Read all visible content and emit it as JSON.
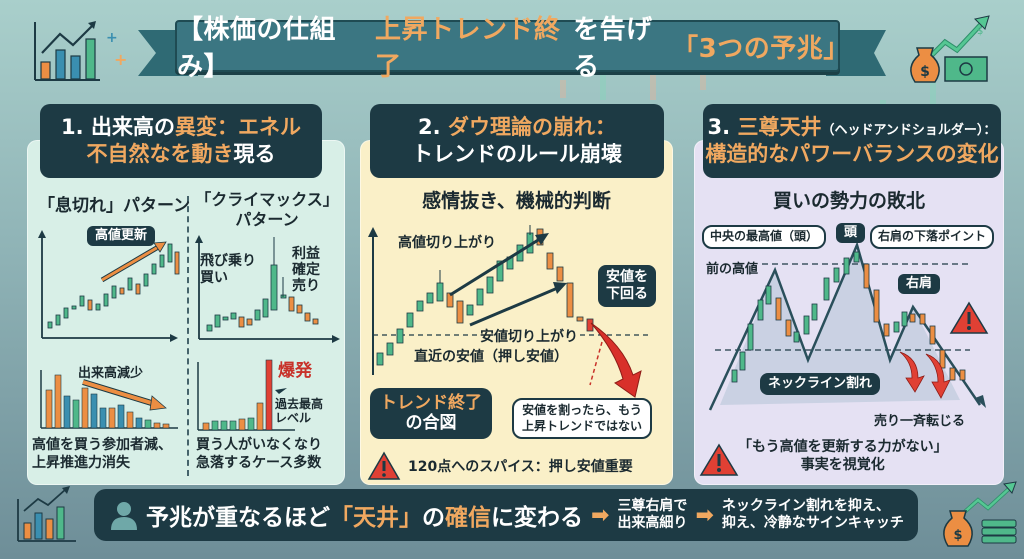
{
  "header": {
    "title_prefix": "【株価の仕組み】",
    "title_accent1": "上昇トレンド終了",
    "title_mid": "を告げる",
    "title_accent2": "「3つの予兆」",
    "left_icon": "bar-chart-growth-icon",
    "right_icon": "money-bag-growth-icon"
  },
  "panels": [
    {
      "title_line1_prefix": "1. 出来高の",
      "title_line1_accent": "異変：エネル",
      "title_line2_accent": "不自然なを動き",
      "title_line2_suffix": "現る",
      "left": {
        "heading": "「息切れ」パターン",
        "price_tag": "高値更新",
        "volume_label": "出来高減少",
        "caption_line1": "高値を買う参加者減、",
        "caption_line2": "上昇推進力消失"
      },
      "right": {
        "heading_line1": "「クライマックス」",
        "heading_line2": "パターン",
        "buy_label_line1": "飛び乗り",
        "buy_label_line2": "買い",
        "sell_label_line1": "利益",
        "sell_label_line2": "確定",
        "sell_label_line3": "売り",
        "spike_label": "爆発",
        "spike_note_line1": "過去最高",
        "spike_note_line2": "レベル",
        "caption_line1": "買う人がいなくなり",
        "caption_line2": "急落するケース多数"
      }
    },
    {
      "title_line1_prefix": "2. ",
      "title_line1_accent": "ダウ理論の崩れ：",
      "title_line2": "トレンドのルール崩壊",
      "heading": "感情抜き、機械的判断",
      "higher_highs": "高値切り上がり",
      "higher_lows": "安値切り上がり",
      "recent_low": "直近の安値（押し安値）",
      "break_bubble_line1": "安値を",
      "break_bubble_line2": "下回る",
      "signal_tag_line1": "トレンド終了",
      "signal_tag_line2": "の合図",
      "note_line1": "安値を割ったら、もう",
      "note_line2": "上昇トレンドではない",
      "warning": "120点へのスパイス：押し安値重要"
    },
    {
      "title_line1_prefix": "3. ",
      "title_line1_accent": "三尊天井",
      "title_line1_small": "（ヘッドアンドショルダー）：",
      "title_line2": "構造的なパワーバランスの変化",
      "heading": "買いの勢力の敗北",
      "head_callout": "中央の最高値（頭）",
      "head_tag": "頭",
      "shoulder_callout": "右肩の下落ポイント",
      "prev_high": "前の高値",
      "right_shoulder_tag": "右肩",
      "neckline_tag": "ネックライン割れ",
      "sell_off": "売り一斉転じる",
      "conclusion_line1": "「もう高値を更新する力がない」",
      "conclusion_line2": "事実を視覚化"
    }
  ],
  "bottom": {
    "msg_prefix": "予兆が重なるほど",
    "msg_accent": "「天井」",
    "msg_mid": "の",
    "msg_accent2": "確信",
    "msg_suffix": "に変わる",
    "step1_line1": "三尊右肩で",
    "step1_line2": "出来高細り",
    "step2_line1": "ネックライン割れを抑え、",
    "step2_line2": "抑え、冷静なサインキャッチ",
    "user_icon": "person-icon"
  },
  "colors": {
    "dark_navy": "#1d3a44",
    "accent_orange": "#f0a860",
    "bull_green": "#4fb88a",
    "bear_orange": "#ec8e43",
    "bar_blue": "#3a8fb0",
    "alert_red": "#e04034",
    "panel1_bg": "#d8efe7",
    "panel2_bg": "#faf0c8",
    "panel3_bg": "#e5e1f3"
  }
}
